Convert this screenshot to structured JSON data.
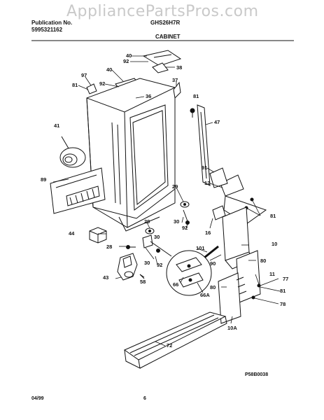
{
  "watermark": "AppliancePartsPros.com",
  "header": {
    "publication_label": "Publication No.",
    "publication_number": "5995321162",
    "model": "GHS26H7R",
    "section_title": "CABINET"
  },
  "footer": {
    "date": "04/99",
    "page": "6",
    "diagram_code": "P58B0038"
  },
  "part_labels": [
    "40",
    "92",
    "38",
    "97",
    "81",
    "92",
    "40",
    "36",
    "37",
    "81",
    "47",
    "41",
    "91",
    "12",
    "29",
    "89",
    "81",
    "30",
    "92",
    "16",
    "29",
    "44",
    "30",
    "101",
    "10",
    "28",
    "90",
    "80",
    "11",
    "30",
    "92",
    "77",
    "81",
    "80",
    "78",
    "43",
    "58",
    "66",
    "66A",
    "10A",
    "72"
  ]
}
